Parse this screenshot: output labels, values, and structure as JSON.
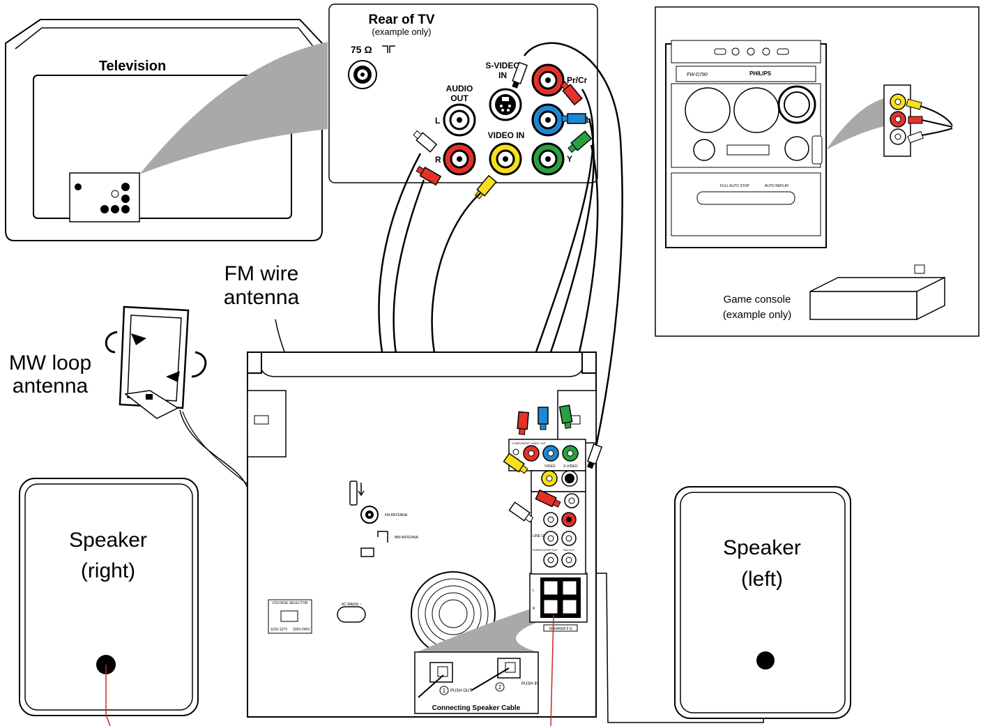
{
  "tv": {
    "label": "Television",
    "rear_title": "Rear of TV",
    "rear_subtitle": "(example only)",
    "antenna_75": "75 Ω",
    "audio_out_1": "AUDIO",
    "audio_out_2": "OUT",
    "left": "L",
    "right": "R",
    "svideo_1": "S-VIDEO",
    "svideo_2": "IN",
    "video_in": "VIDEO IN",
    "pr_cr": "Pr/Cr",
    "pb_cb": "Pb/Cb",
    "y": "Y"
  },
  "antennas": {
    "fm_1": "FM wire",
    "fm_2": "antenna",
    "mw_1": "MW loop",
    "mw_2": "antenna"
  },
  "speakers": {
    "right_1": "Speaker",
    "right_2": "(right)",
    "left_1": "Speaker",
    "left_2": "(left)"
  },
  "game": {
    "label_1": "Game console",
    "label_2": "(example only)",
    "brand": "PHILIPS",
    "model": "FW-D790",
    "full_auto_stop": "FULL AUTO STOP",
    "auto_replay": "AUTO REPLAY"
  },
  "unit": {
    "component_video_out": "COMPONENT VIDEO OUT",
    "video": "VIDEO",
    "svideo": "S-VIDEO",
    "line_out": "LINE OUT",
    "subwoofer_out": "SUBWOOFER OUT",
    "dm_out": "DM OUT",
    "fm_antenna": "FM ANTENNA",
    "mw_antenna": "MW ANTENNA",
    "voltage_selector": "VOLTAGE SELECTOR",
    "v110": "110V-127V",
    "v220": "220V-240V",
    "ac_mains": "AC MAINS ~",
    "speaker_label": "SPEAKER 6 Ω",
    "connecting_cable": "Connecting Speaker Cable",
    "push_out": "PUSH OUT",
    "push_in": "PUSH IN",
    "step1": "1",
    "step2": "2"
  }
}
